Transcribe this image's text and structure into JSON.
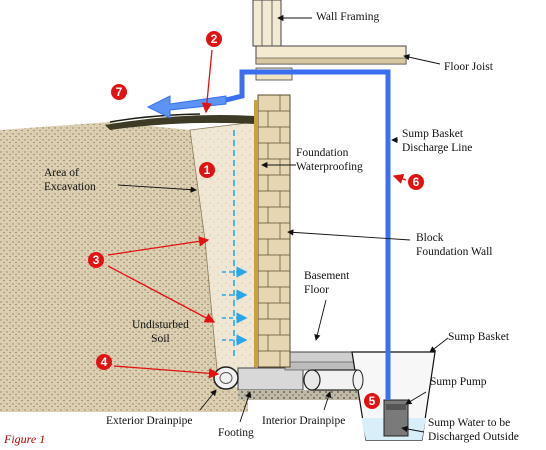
{
  "figure_caption": "Figure 1",
  "labels": {
    "wall_framing": "Wall Framing",
    "floor_joist": "Floor Joist",
    "discharge_line_1": "Sump Basket",
    "discharge_line_2": "Discharge Line",
    "waterproofing_1": "Foundation",
    "waterproofing_2": "Waterproofing",
    "excavation_1": "Area of",
    "excavation_2": "Excavation",
    "block_wall_1": "Block",
    "block_wall_2": "Foundation Wall",
    "basement_floor_1": "Basement",
    "basement_floor_2": "Floor",
    "undisturbed_1": "Undisturbed",
    "undisturbed_2": "Soil",
    "sump_basket": "Sump Basket",
    "sump_pump": "Sump Pump",
    "sump_water_1": "Sump Water to be",
    "sump_water_2": "Discharged Outside",
    "exterior_drainpipe": "Exterior Drainpipe",
    "footing": "Footing",
    "interior_drainpipe": "Interior Drainpipe"
  },
  "markers": [
    "1",
    "2",
    "3",
    "4",
    "5",
    "6",
    "7"
  ],
  "colors": {
    "water_line": "#3a6ff0",
    "water_flow": "#2aa6e8",
    "marker": "#e21212",
    "soil": "#d9c9a8",
    "backfill": "#ece2cc",
    "block": "#e6d7b2",
    "concrete": "#d8d8d8"
  }
}
